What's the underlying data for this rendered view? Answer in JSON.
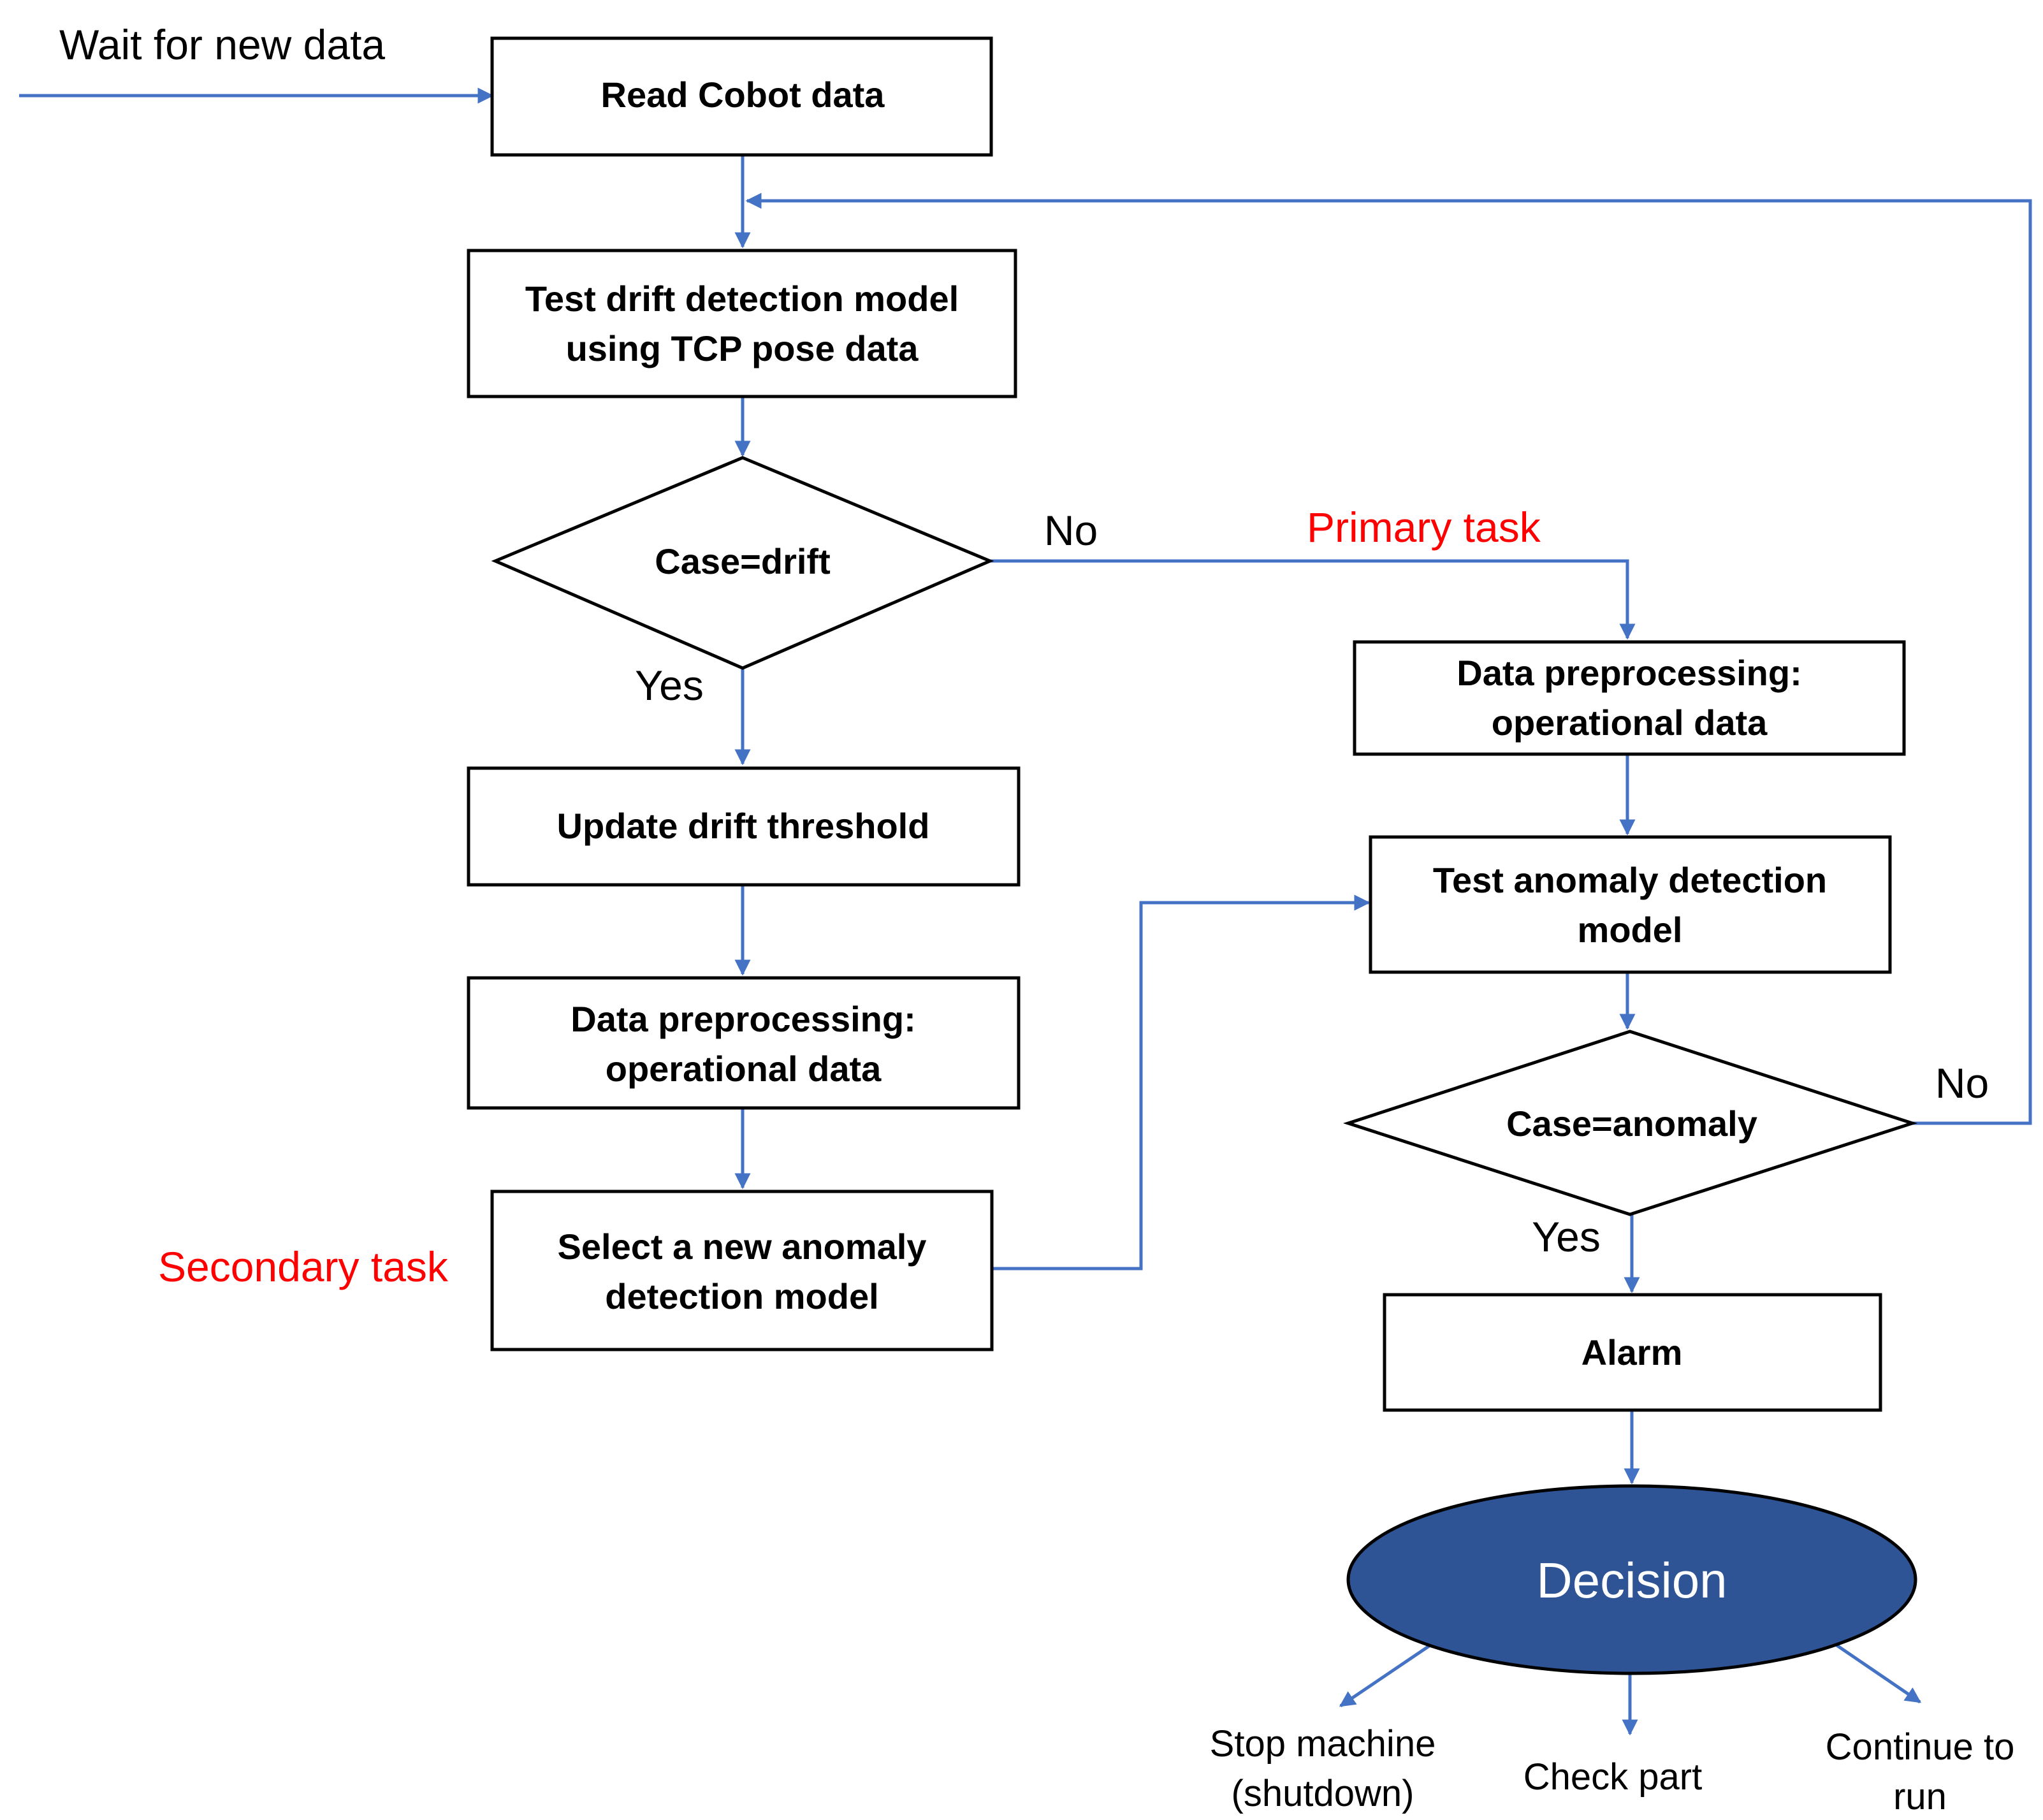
{
  "colors": {
    "edge": "#4472c4",
    "decision_fill": "#2f5496",
    "task_label": "#ff0000",
    "box_border": "#000000"
  },
  "entry_label": "Wait for new data",
  "nodes": {
    "read_cobot": "Read Cobot data",
    "test_drift": [
      "Test drift detection model",
      "using TCP pose data"
    ],
    "case_drift": "Case=drift",
    "update_threshold": "Update drift threshold",
    "preprocess_left": [
      "Data preprocessing:",
      "operational data"
    ],
    "select_model": [
      "Select a new anomaly",
      "detection model"
    ],
    "preprocess_right": [
      "Data preprocessing:",
      "operational data"
    ],
    "test_anomaly": [
      "Test anomaly detection",
      "model"
    ],
    "case_anomaly": "Case=anomaly",
    "alarm": "Alarm",
    "decision": "Decision"
  },
  "edge_labels": {
    "drift_no": "No",
    "drift_yes": "Yes",
    "anomaly_no": "No",
    "anomaly_yes": "Yes"
  },
  "task_labels": {
    "primary": "Primary task",
    "secondary": "Secondary task"
  },
  "outcomes": {
    "stop": [
      "Stop machine",
      "(shutdown)"
    ],
    "check": "Check part",
    "continue": [
      "Continue to",
      "run"
    ]
  }
}
